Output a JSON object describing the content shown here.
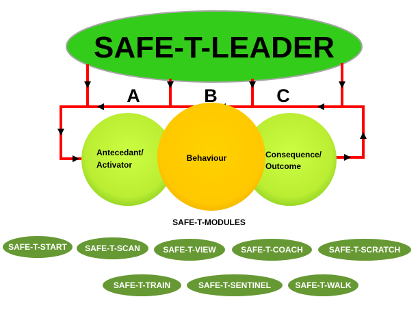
{
  "header": {
    "title": "SAFE-T-LEADER"
  },
  "sections": [
    "A",
    "B",
    "C"
  ],
  "circles": {
    "antecedent": {
      "line1": "Antecedant/",
      "line2": "Activator"
    },
    "behaviour": {
      "label": "Behaviour"
    },
    "consequence": {
      "line1": "Consequence/",
      "line2": "Outcome"
    }
  },
  "modules": {
    "title": "SAFE-T-MODULES",
    "row1": [
      "SAFE-T-START",
      "SAFE-T-SCAN",
      "SAFE-T-VIEW",
      "SAFE-T-COACH",
      "SAFE-T-SCRATCH"
    ],
    "row2": [
      "SAFE-T-TRAIN",
      "SAFE-T-SENTINEL",
      "SAFE-T-WALK"
    ]
  },
  "colors": {
    "title_ellipse": "#33cc1a",
    "title_border": "#a6a6a6",
    "flow_line": "#ff0000",
    "circle_side": "#bbee33",
    "circle_side_edge": "#88cc22",
    "circle_center": "#ffcc00",
    "module_fill": "#669933",
    "arrow": "#000000"
  },
  "icons": {
    "flow_arrow": "arrowhead-icon"
  }
}
